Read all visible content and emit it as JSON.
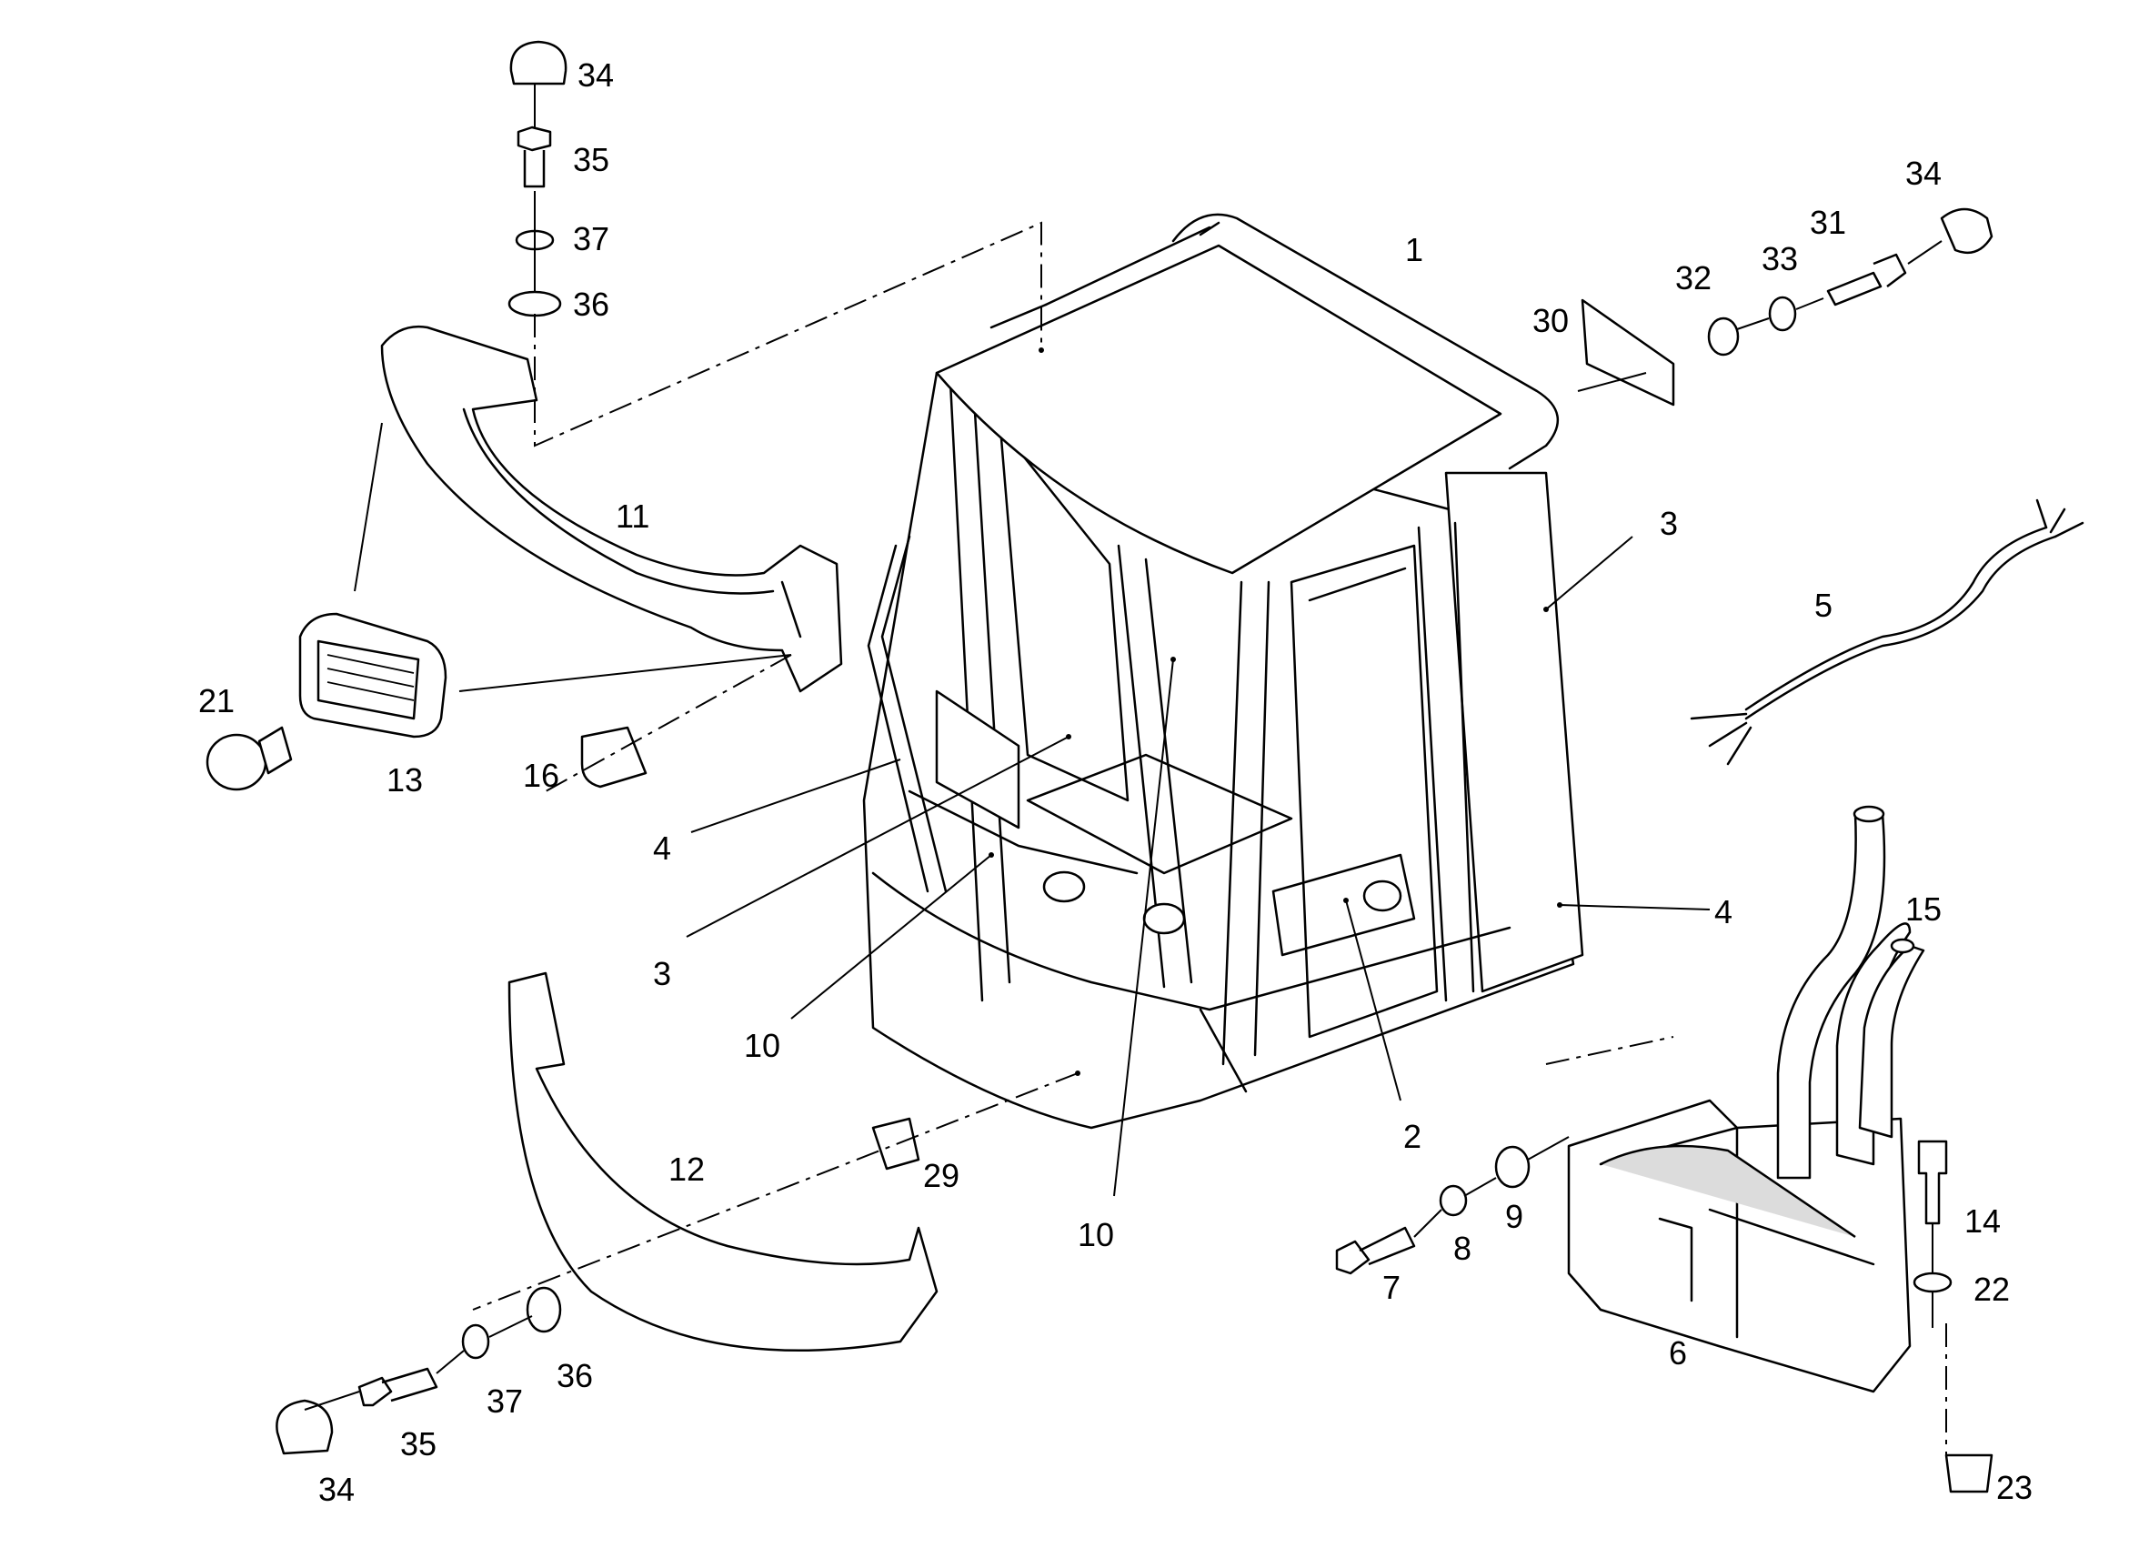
{
  "callouts": [
    {
      "id": "c1",
      "text": "1"
    },
    {
      "id": "c2",
      "text": "2"
    },
    {
      "id": "c3a",
      "text": "3"
    },
    {
      "id": "c3b",
      "text": "3"
    },
    {
      "id": "c4a",
      "text": "4"
    },
    {
      "id": "c4b",
      "text": "4"
    },
    {
      "id": "c5",
      "text": "5"
    },
    {
      "id": "c6",
      "text": "6"
    },
    {
      "id": "c7",
      "text": "7"
    },
    {
      "id": "c8",
      "text": "8"
    },
    {
      "id": "c9",
      "text": "9"
    },
    {
      "id": "c10a",
      "text": "10"
    },
    {
      "id": "c10b",
      "text": "10"
    },
    {
      "id": "c11",
      "text": "11"
    },
    {
      "id": "c12",
      "text": "12"
    },
    {
      "id": "c13",
      "text": "13"
    },
    {
      "id": "c14",
      "text": "14"
    },
    {
      "id": "c15",
      "text": "15"
    },
    {
      "id": "c16",
      "text": "16"
    },
    {
      "id": "c21",
      "text": "21"
    },
    {
      "id": "c22",
      "text": "22"
    },
    {
      "id": "c23",
      "text": "23"
    },
    {
      "id": "c29",
      "text": "29"
    },
    {
      "id": "c30",
      "text": "30"
    },
    {
      "id": "c31",
      "text": "31"
    },
    {
      "id": "c32",
      "text": "32"
    },
    {
      "id": "c33",
      "text": "33"
    },
    {
      "id": "c34a",
      "text": "34"
    },
    {
      "id": "c34b",
      "text": "34"
    },
    {
      "id": "c34c",
      "text": "34"
    },
    {
      "id": "c35a",
      "text": "35"
    },
    {
      "id": "c35b",
      "text": "35"
    },
    {
      "id": "c36a",
      "text": "36"
    },
    {
      "id": "c36b",
      "text": "36"
    },
    {
      "id": "c37a",
      "text": "37"
    },
    {
      "id": "c37b",
      "text": "37"
    }
  ]
}
